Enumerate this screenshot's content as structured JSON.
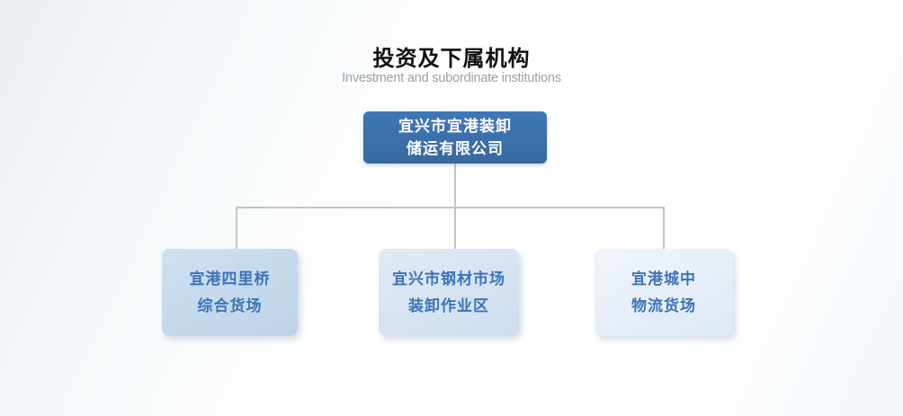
{
  "header": {
    "title": "投资及下属机构",
    "subtitle": "Investment and subordinate institutions"
  },
  "org_chart": {
    "root": {
      "name": "宜兴市宜港装卸储运有限公司",
      "lines": [
        "宜兴市宜港装卸",
        "储运有限公司"
      ]
    },
    "children": [
      {
        "name": "宜港四里桥综合货场",
        "lines": [
          "宜港四里桥",
          "综合货场"
        ]
      },
      {
        "name": "宜兴市钢材市场装卸作业区",
        "lines": [
          "宜兴市钢材市场",
          "装卸作业区"
        ]
      },
      {
        "name": "宜港城中物流货场",
        "lines": [
          "宜港城中",
          "物流货场"
        ]
      }
    ]
  },
  "colors": {
    "root_box_fill": "#3b72b4",
    "root_box_text": "#ffffff",
    "child_box_text": "#3b74b8",
    "child_box_fills": [
      "#c6daed",
      "#d7e4f2",
      "#e8eff8"
    ],
    "connector_line": "#c4c4c4",
    "title_text": "#111111",
    "subtitle_text": "#9aa0a4"
  }
}
